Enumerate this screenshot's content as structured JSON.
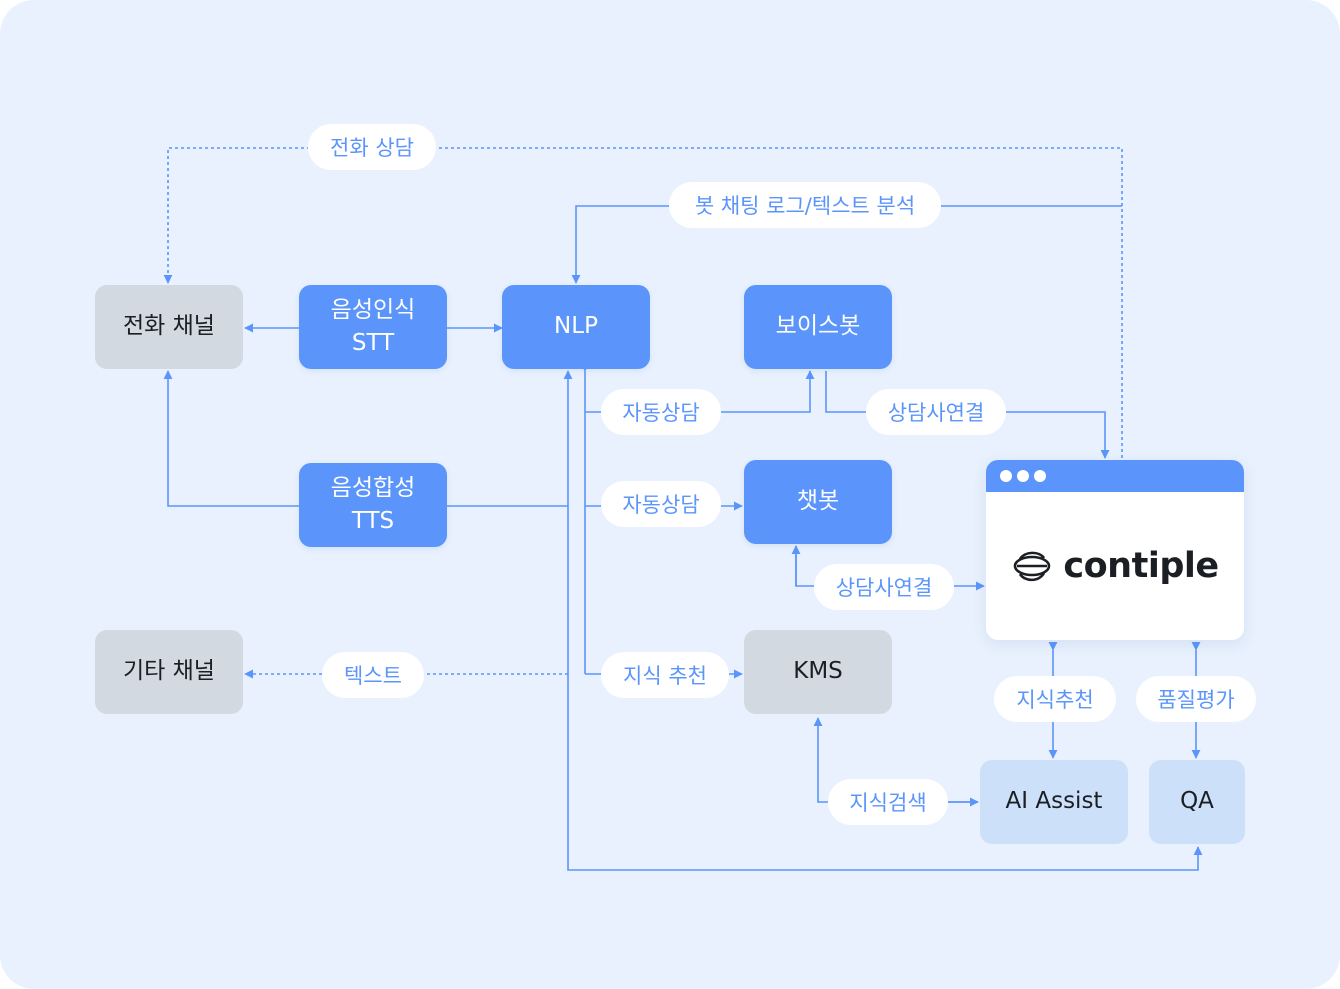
{
  "nodes": {
    "phone_channel": "전화 채널",
    "stt_line1": "음성인식",
    "stt_line2": "STT",
    "nlp": "NLP",
    "voicebot": "보이스봇",
    "tts_line1": "음성합성",
    "tts_line2": "TTS",
    "chatbot": "챗봇",
    "other_channel": "기타 채널",
    "kms": "KMS",
    "ai_assist": "AI Assist",
    "qa": "QA"
  },
  "edge_labels": {
    "phone_consult": "전화 상담",
    "bot_log_analysis": "봇 채팅 로그/텍스트 분석",
    "auto_consult_voice": "자동상담",
    "agent_connect_voice": "상담사연결",
    "auto_consult_chat": "자동상담",
    "agent_connect_chat": "상담사연결",
    "text": "텍스트",
    "knowledge_recommend_kms": "지식 추천",
    "knowledge_recommend_assist": "지식추천",
    "quality_eval": "품질평가",
    "knowledge_search": "지식검색"
  },
  "app_window": {
    "brand": "contiple",
    "brand_icon": "contiple-logo-icon"
  },
  "colors": {
    "background": "#e8f1fd",
    "accent": "#5b95fb",
    "gray_box": "#d3d9e1",
    "pale_box": "#cce0f9",
    "text_dark": "#1b1f24"
  }
}
